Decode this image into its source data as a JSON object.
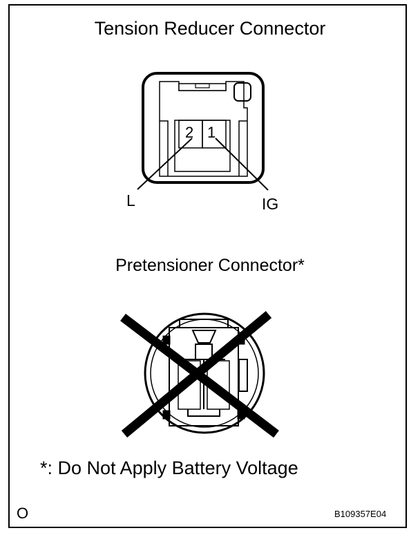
{
  "diagram": {
    "title_top": "Tension Reducer Connector",
    "title_bottom": "Pretensioner Connector*",
    "warning_note": "*: Do Not Apply Battery Voltage",
    "corner_mark": "O",
    "figure_id": "B109357E04",
    "tension_reducer": {
      "pins": [
        {
          "number": "2",
          "signal": "L"
        },
        {
          "number": "1",
          "signal": "IG"
        }
      ]
    },
    "pretensioner": {
      "crossed_out": true
    }
  }
}
